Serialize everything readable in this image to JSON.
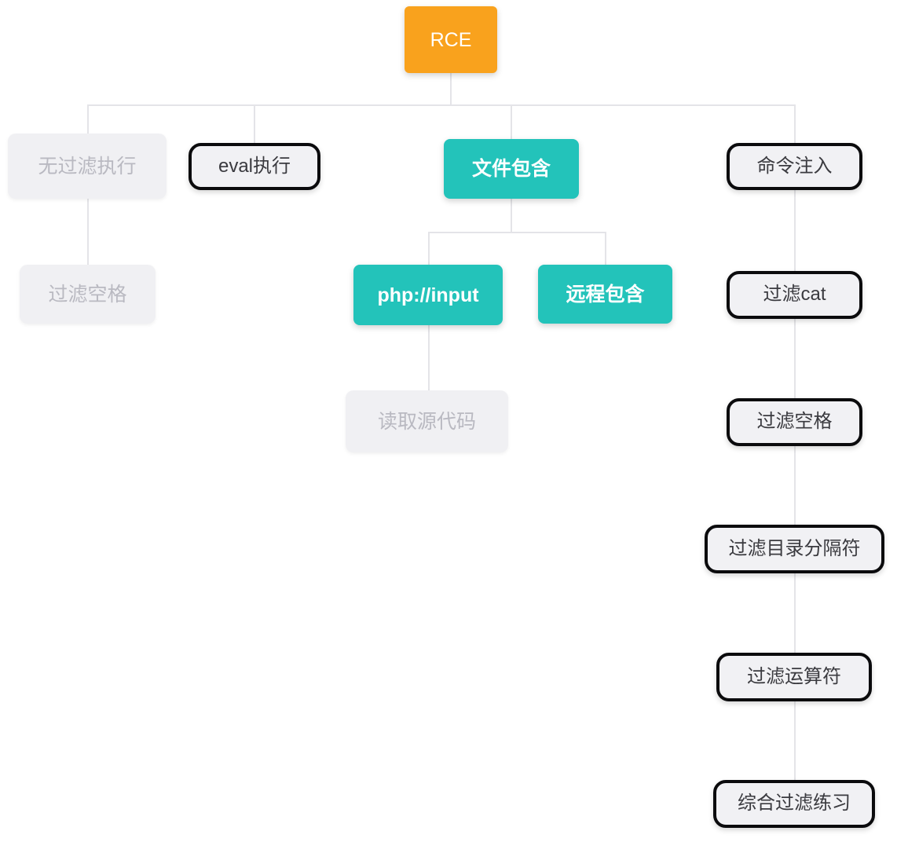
{
  "diagram": {
    "type": "skill-tree",
    "root_label": "RCE"
  },
  "colors": {
    "root_bg": "#f9a21d",
    "highlight_bg": "#23c3ba",
    "muted_bg": "#f0f0f3",
    "muted_text": "#b9b9c1",
    "outlined_border": "#0b0b0d",
    "outlined_bg": "#f1f1f4",
    "outlined_text": "#3a3a3f",
    "connector": "#e4e4e8",
    "white_text": "#ffffff"
  },
  "nodes": {
    "root": {
      "label": "RCE",
      "style": "root-orange"
    },
    "no_filter_exec": {
      "label": "无过滤执行",
      "style": "muted-gray"
    },
    "eval_exec": {
      "label": "eval执行",
      "style": "outlined-black"
    },
    "file_include": {
      "label": "文件包含",
      "style": "highlight-teal"
    },
    "command_inject": {
      "label": "命令注入",
      "style": "outlined-black"
    },
    "filter_space_left": {
      "label": "过滤空格",
      "style": "muted-gray"
    },
    "php_input": {
      "label": "php://input",
      "style": "highlight-teal"
    },
    "remote_include": {
      "label": "远程包含",
      "style": "highlight-teal"
    },
    "read_source": {
      "label": "读取源代码",
      "style": "muted-gray"
    },
    "filter_cat": {
      "label": "过滤cat",
      "style": "outlined-black"
    },
    "filter_space_right": {
      "label": "过滤空格",
      "style": "outlined-black"
    },
    "filter_dir_sep": {
      "label": "过滤目录分隔符",
      "style": "outlined-black"
    },
    "filter_operator": {
      "label": "过滤运算符",
      "style": "outlined-black"
    },
    "combined_filter": {
      "label": "综合过滤练习",
      "style": "outlined-black"
    }
  }
}
